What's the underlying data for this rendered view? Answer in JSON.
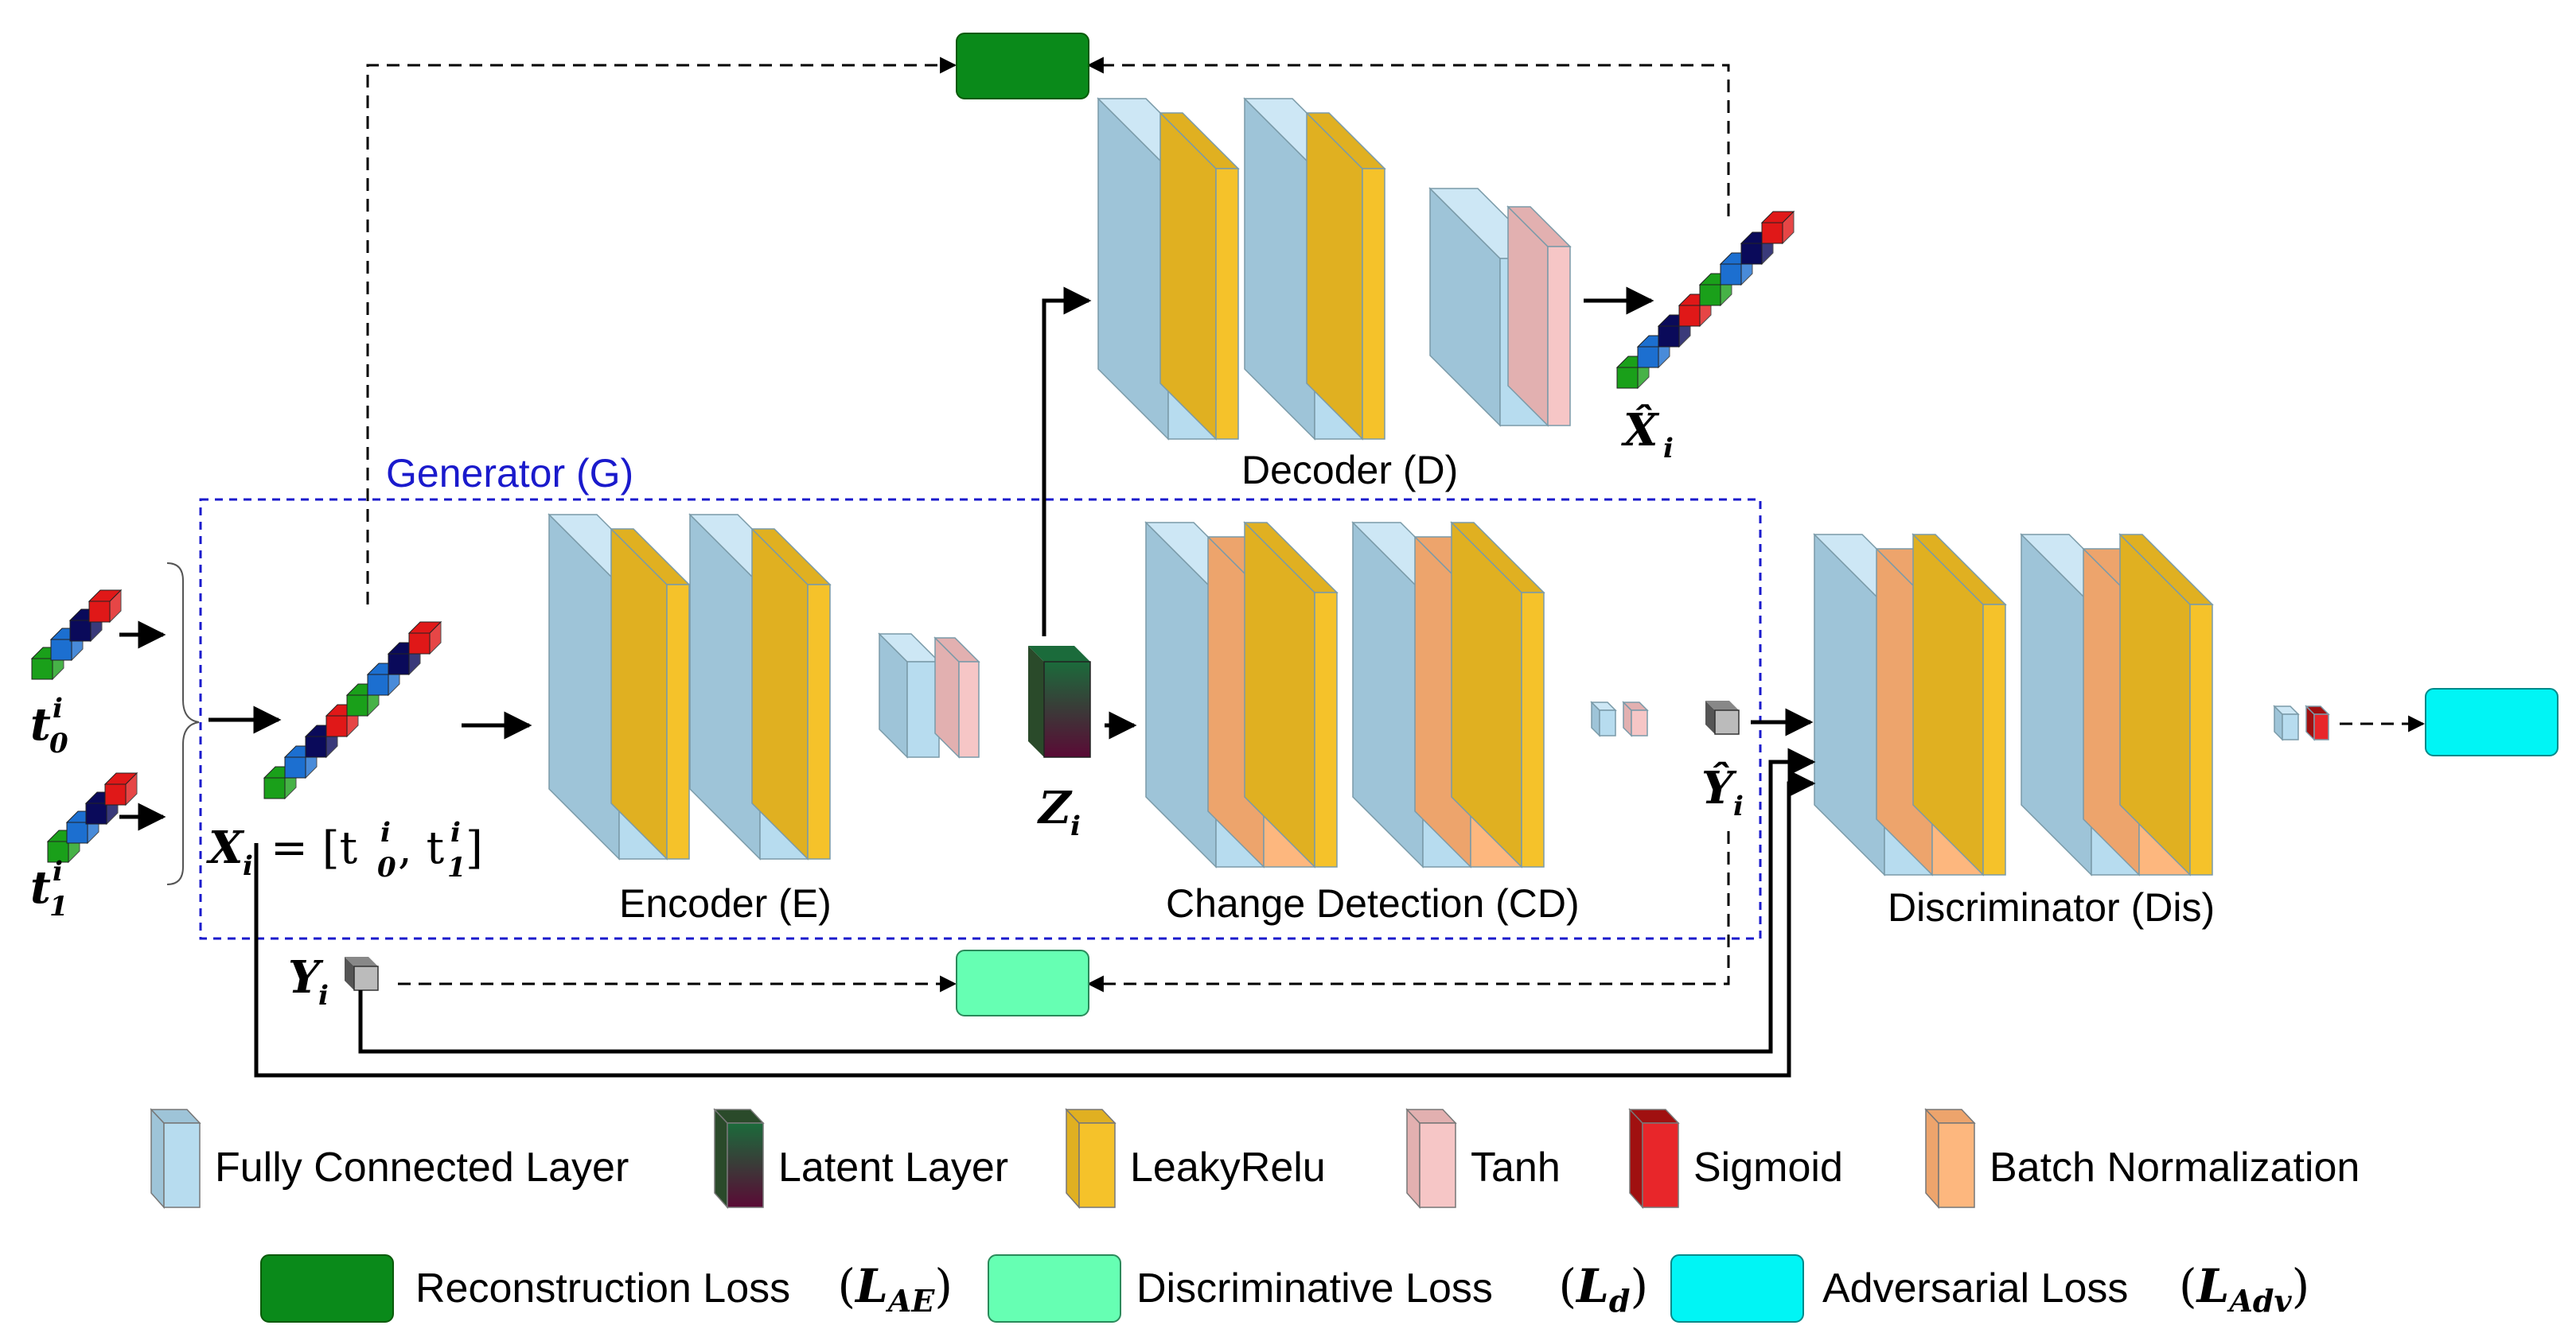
{
  "labels": {
    "generator": "Generator (G)",
    "decoder": "Decoder (D)",
    "encoder": "Encoder (E)",
    "change_detection": "Change Detection (CD)",
    "discriminator": "Discriminator (Dis)"
  },
  "math": {
    "t0": "t",
    "t0_sup": "i",
    "t0_sub": "0",
    "t1": "t",
    "t1_sup": "i",
    "t1_sub": "1",
    "xi_main": "X",
    "xi_sub": "i",
    "xi_eq": "= [t",
    "xi_mid": ", t",
    "xi_end": "]",
    "zi": "Z",
    "zi_sub": "i",
    "yi": "Y",
    "yi_sub": "i",
    "yhat": "Ŷ",
    "yhat_sub": "i",
    "xhat": "X̂",
    "xhat_sub": "i"
  },
  "legend": {
    "row1": [
      {
        "key": "fc",
        "label": "Fully Connected Layer"
      },
      {
        "key": "latent",
        "label": "Latent Layer"
      },
      {
        "key": "leaky",
        "label": "LeakyRelu"
      },
      {
        "key": "tanh",
        "label": "Tanh"
      },
      {
        "key": "sigmoid",
        "label": "Sigmoid"
      },
      {
        "key": "bn",
        "label": "Batch Normalization"
      }
    ],
    "row2": [
      {
        "key": "recon",
        "label": "Reconstruction Loss",
        "sym": "L",
        "sub": "AE"
      },
      {
        "key": "disc",
        "label": "Discriminative Loss",
        "sym": "L",
        "sub": "d"
      },
      {
        "key": "adv",
        "label": "Adversarial Loss",
        "sym": "L",
        "sub": "Adv"
      }
    ]
  },
  "colors": {
    "fc_front": "#b7dcef",
    "fc_side": "#9ec4d8",
    "fc_top": "#cde7f5",
    "leaky_front": "#f5c22a",
    "leaky_side": "#e0b021",
    "tanh_front": "#f6c6c6",
    "tanh_side": "#e2b0b0",
    "bn_front": "#fdb77e",
    "bn_side": "#eda46c",
    "sigmoid": "#e8262a",
    "latent_top": "#1b6b3b",
    "latent_bottom": "#5a0a35",
    "recon_loss": "#0a8a1a",
    "disc_loss": "#66ffb3",
    "adv_loss": "#00f5f5",
    "generator_box": "#1a1acc",
    "vec_green": "#1aa01a",
    "vec_blue": "#1c6fd0",
    "vec_navy": "#0a0a5a",
    "vec_red": "#e01818"
  }
}
